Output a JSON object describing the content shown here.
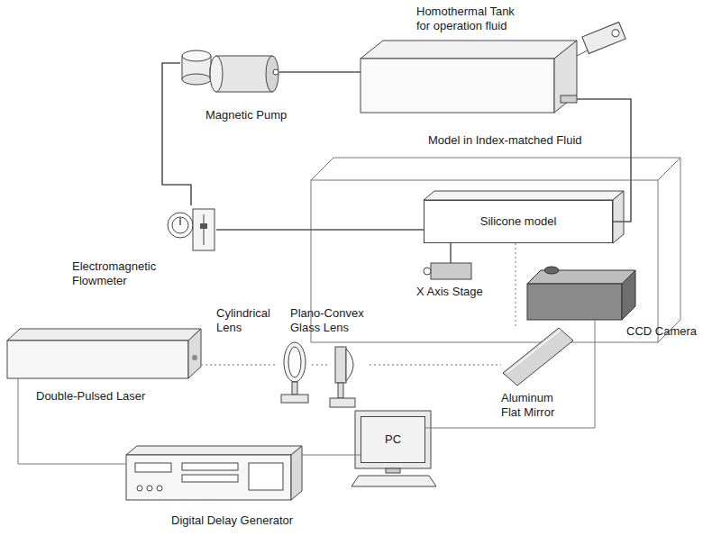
{
  "diagram": {
    "nodes": [
      {
        "text": [
          "Homothermal Tank for operation fluid"
        ]
      },
      {
        "text": [
          "Magnetic Pump"
        ]
      },
      {
        "text": [
          "Model in Index-matched Fluid"
        ]
      },
      {
        "text": [
          "Silicone model"
        ],
        "in": 2
      },
      {
        "text": [
          "Electromagnetic Flowmeter"
        ]
      },
      {
        "text": [
          "X Axis Stage"
        ],
        "in": 2
      },
      {
        "text": [
          "CCD Camera"
        ]
      },
      {
        "text": [
          "Cylindrical Lens"
        ]
      },
      {
        "text": [
          "Plano-Convex Glass Lens"
        ]
      },
      {
        "text": [
          "Double-Pulsed Laser"
        ]
      },
      {
        "text": [
          "Aluminum Flat Mirror"
        ]
      },
      {
        "text": [
          "PC"
        ]
      },
      {
        "text": [
          "Digital Delay Generator"
        ]
      }
    ],
    "edges": [
      {
        "from": 1,
        "to": 0,
        "arrow": "none"
      },
      {
        "from": 1,
        "to": 4,
        "arrow": "none"
      },
      {
        "from": 4,
        "to": 3,
        "arrow": "none"
      },
      {
        "from": 0,
        "to": 3,
        "arrow": "none"
      },
      {
        "from": 9,
        "to": 7,
        "arrow": "none"
      },
      {
        "from": 7,
        "to": 8,
        "arrow": "none"
      },
      {
        "from": 8,
        "to": 10,
        "arrow": "none"
      },
      {
        "from": 10,
        "to": 3,
        "arrow": "none"
      },
      {
        "from": 12,
        "to": 9,
        "arrow": "none"
      },
      {
        "from": 12,
        "to": 11,
        "arrow": "none"
      },
      {
        "from": 11,
        "to": 6,
        "arrow": "none"
      }
    ]
  }
}
